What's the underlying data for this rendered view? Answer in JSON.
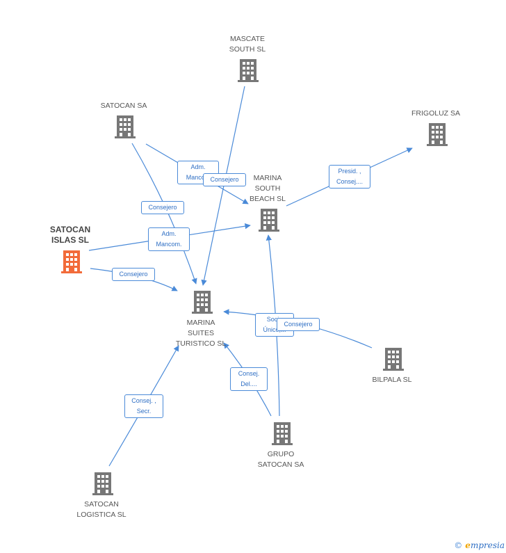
{
  "nodes": [
    {
      "id": "mascate",
      "label": "MASCATE\nSOUTH SL",
      "focus": false
    },
    {
      "id": "satocan_sa",
      "label": "SATOCAN SA",
      "focus": false
    },
    {
      "id": "frigoluz",
      "label": "FRIGOLUZ SA",
      "focus": false
    },
    {
      "id": "marina_south",
      "label": "MARINA\nSOUTH\nBEACH SL",
      "focus": false
    },
    {
      "id": "satocan_islas",
      "label": "SATOCAN\nISLAS SL",
      "focus": true
    },
    {
      "id": "marina_suites",
      "label": "MARINA\nSUITES\nTURISTICO SL",
      "focus": false
    },
    {
      "id": "bilpala",
      "label": "BILPALA SL",
      "focus": false
    },
    {
      "id": "grupo",
      "label": "GRUPO\nSATOCAN SA",
      "focus": false
    },
    {
      "id": "logistica",
      "label": "SATOCAN\nLOGISTICA SL",
      "focus": false
    }
  ],
  "edge_labels": [
    {
      "id": "adm1",
      "text": "Adm.\nManco..."
    },
    {
      "id": "consejero1",
      "text": "Consejero"
    },
    {
      "id": "consejero2",
      "text": "Consejero"
    },
    {
      "id": "presid",
      "text": "Presid. ,\nConsej...."
    },
    {
      "id": "adm2",
      "text": "Adm.\nMancom."
    },
    {
      "id": "consejero3",
      "text": "Consejero"
    },
    {
      "id": "socio",
      "text": "Socio\nÚnico,..."
    },
    {
      "id": "consejero4",
      "text": "Consejero"
    },
    {
      "id": "consej_del",
      "text": "Consej.\nDel...."
    },
    {
      "id": "consej_secr",
      "text": "Consej. ,\nSecr."
    }
  ],
  "footer": {
    "copyright": "©",
    "brand_e": "e",
    "brand_rest": "mpresia"
  },
  "colors": {
    "edge": "#4a8ad8",
    "building": "#777777",
    "focus_building": "#f26b3a"
  }
}
